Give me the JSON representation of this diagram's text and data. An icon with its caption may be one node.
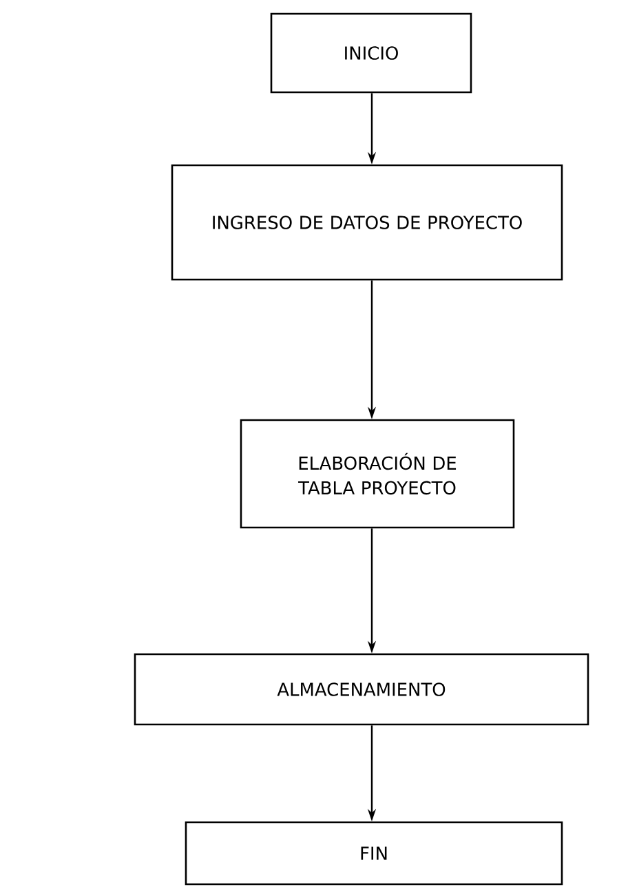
{
  "diagram": {
    "nodes": [
      {
        "text": [
          "INICIO"
        ]
      },
      {
        "text": [
          "INGRESO DE DATOS DE PROYECTO"
        ]
      },
      {
        "text": [
          "ELABORACIÓN DE TABLA PROYECTO"
        ]
      },
      {
        "text": [
          "ALMACENAMIENTO"
        ]
      },
      {
        "text": [
          "FIN"
        ]
      }
    ],
    "edges": [
      {
        "from": 0,
        "to": 1,
        "arrow": "to"
      },
      {
        "from": 1,
        "to": 2,
        "arrow": "to"
      },
      {
        "from": 2,
        "to": 3,
        "arrow": "to"
      },
      {
        "from": 3,
        "to": 4,
        "arrow": "to"
      }
    ]
  }
}
